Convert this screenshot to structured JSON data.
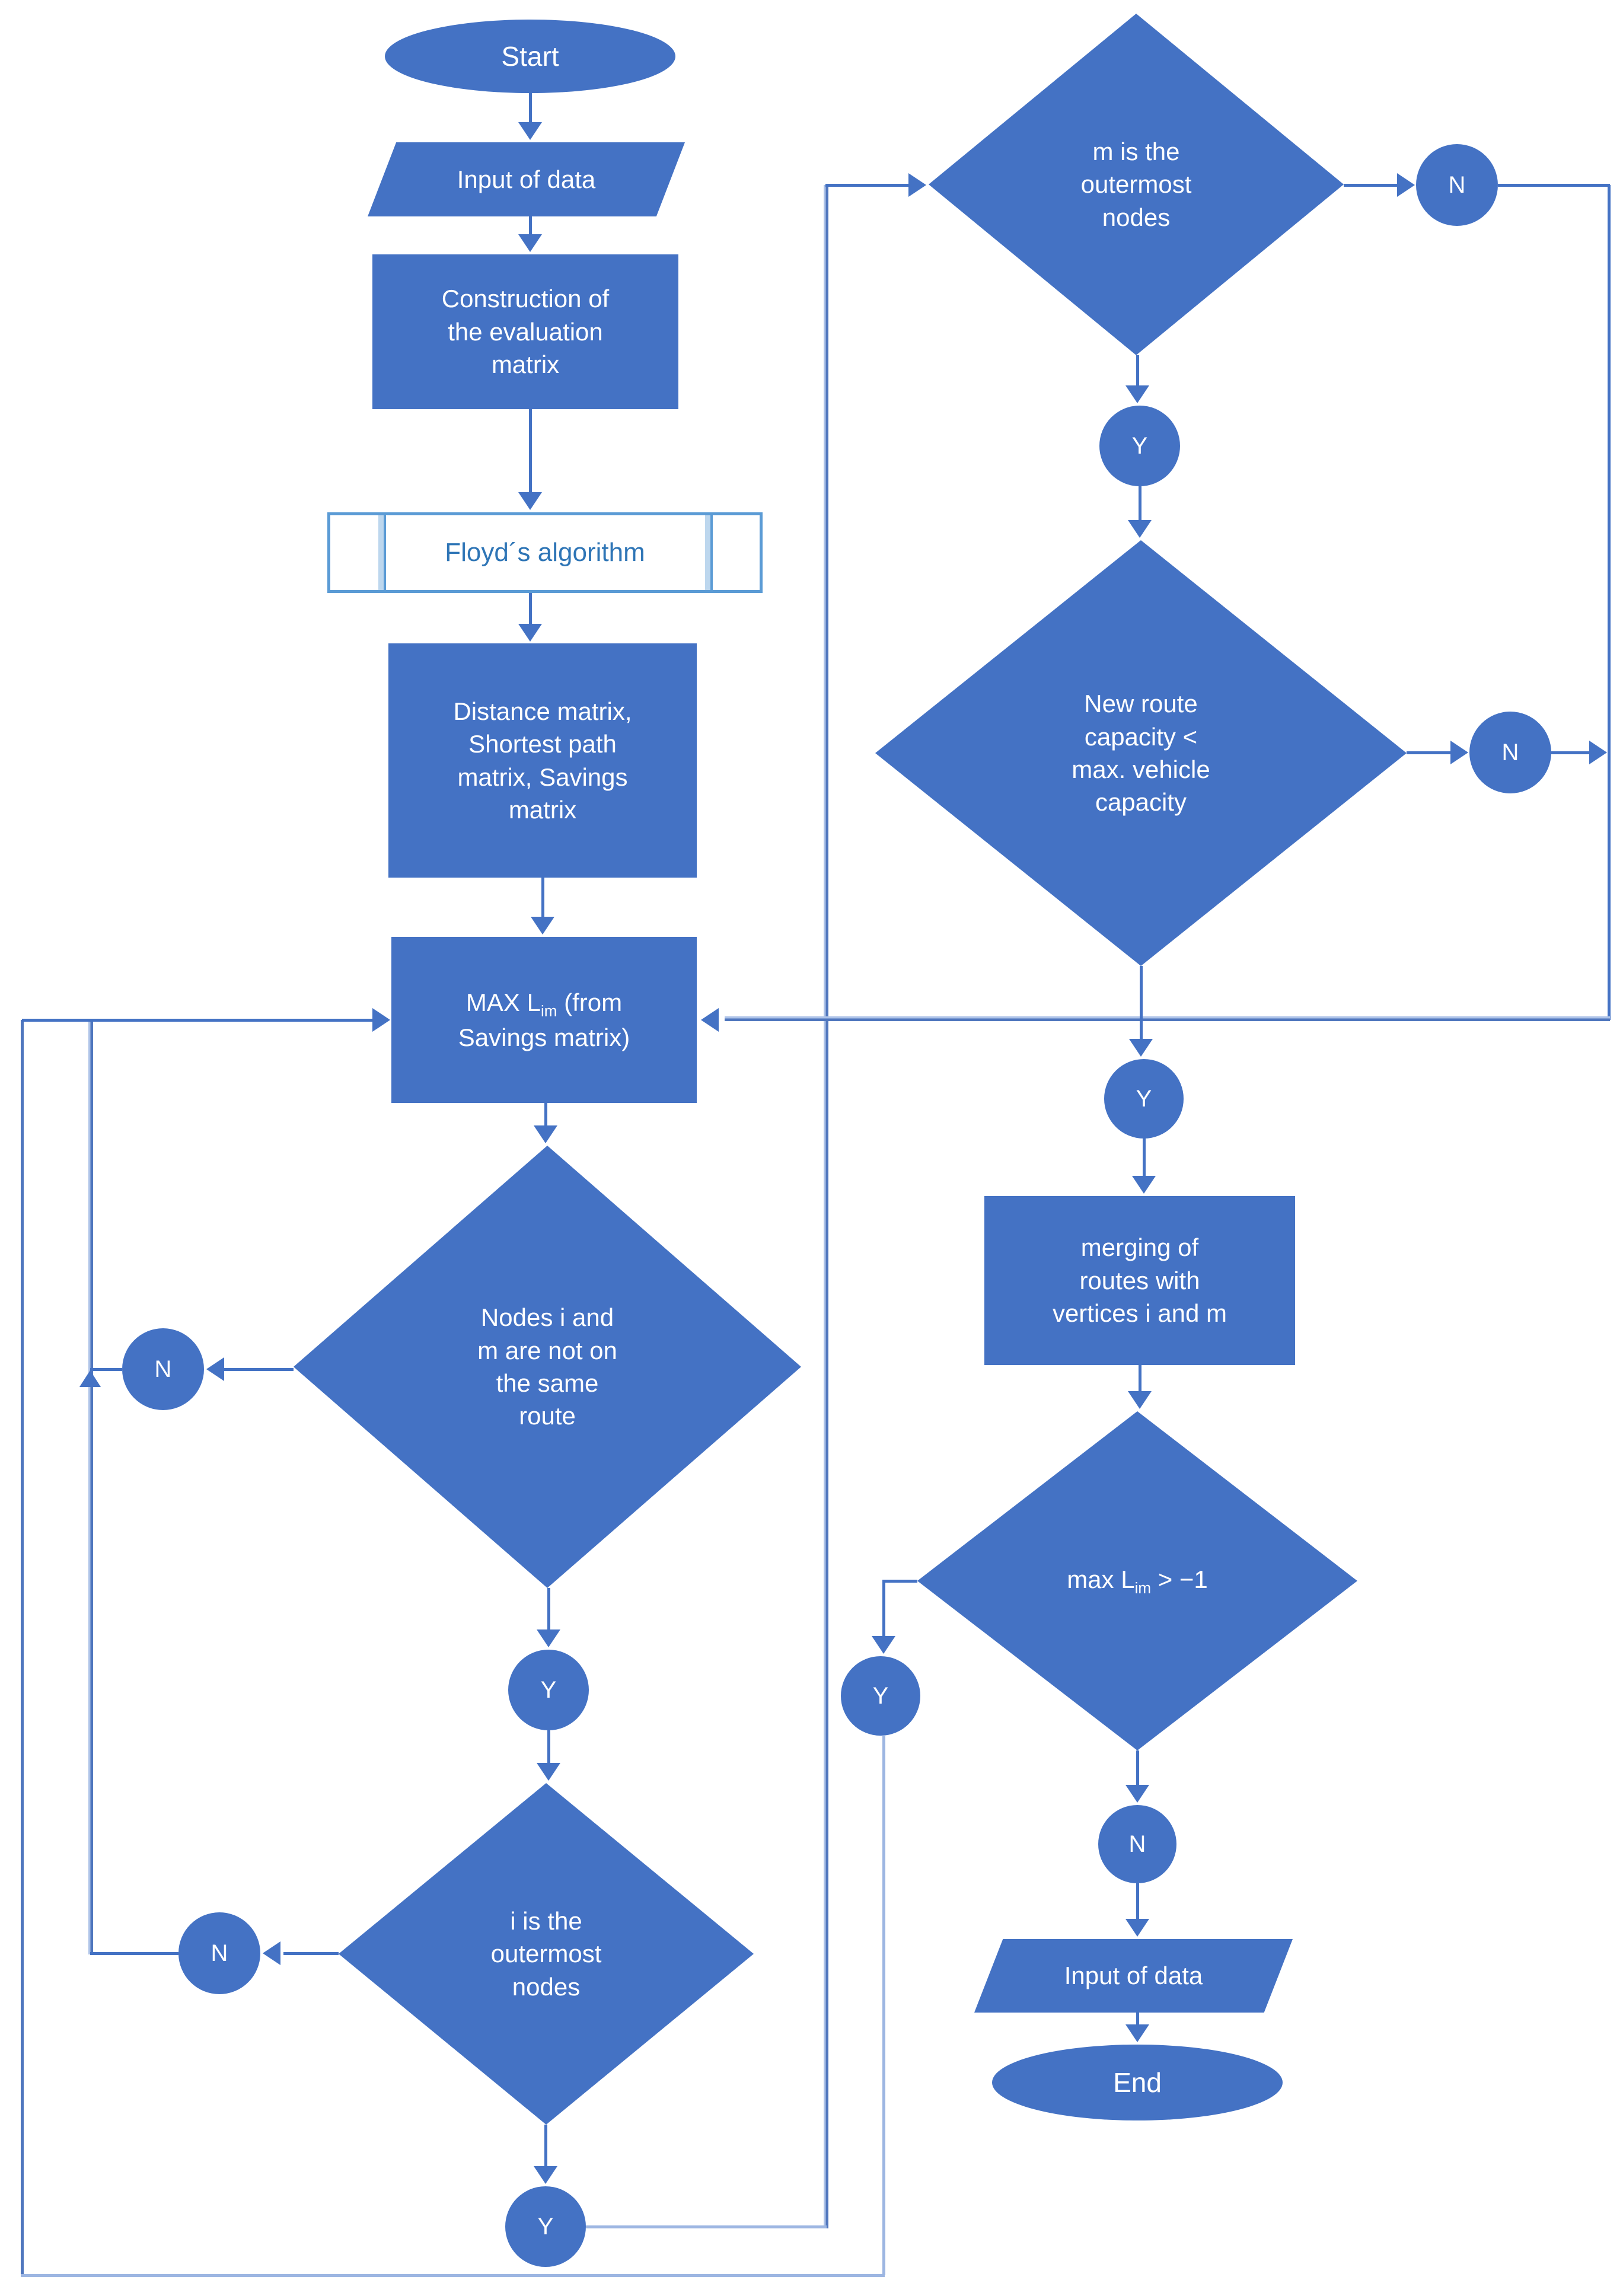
{
  "labels": {
    "yes": "Y",
    "no": "N"
  },
  "colors": {
    "shape_fill": "#4472C4",
    "connector": "#4472C4",
    "connector_light": "#9DB6E2",
    "predefined_border": "#5B9BD5",
    "predefined_bar": "#BDD7EE",
    "predefined_text": "#2E75B6",
    "shape_text": "#FFFFFF"
  },
  "nodes": {
    "start": {
      "type": "terminator",
      "label": "Start"
    },
    "input1": {
      "type": "data",
      "label": "Input of data"
    },
    "construction": {
      "type": "process",
      "label": "Construction of\nthe evaluation\nmatrix"
    },
    "floyd": {
      "type": "predefined-process",
      "label": "Floyd´s algorithm"
    },
    "matrices": {
      "type": "process",
      "label": "Distance matrix,\nShortest path\nmatrix, Savings\nmatrix"
    },
    "max_lim": {
      "type": "process",
      "label_pre": "MAX L",
      "label_sub": "im",
      "label_post": " (from\nSavings matrix)"
    },
    "nodes_not_same_route": {
      "type": "decision",
      "label": "Nodes i and\nm are not on\nthe same\nroute"
    },
    "i_outermost": {
      "type": "decision",
      "label": "i is the\noutermost\nnodes"
    },
    "m_outermost": {
      "type": "decision",
      "label": "m is the\noutermost\nnodes"
    },
    "new_route_capacity": {
      "type": "decision",
      "label": "New route\ncapacity <\nmax. vehicle\ncapacity"
    },
    "merging": {
      "type": "process",
      "label": "merging of\nroutes with\nvertices i and m"
    },
    "max_lim_gt": {
      "type": "decision",
      "label_pre": "max L",
      "label_sub": "im",
      "label_post": " > −1"
    },
    "input2": {
      "type": "data",
      "label": "Input of data"
    },
    "end": {
      "type": "terminator",
      "label": "End"
    }
  }
}
